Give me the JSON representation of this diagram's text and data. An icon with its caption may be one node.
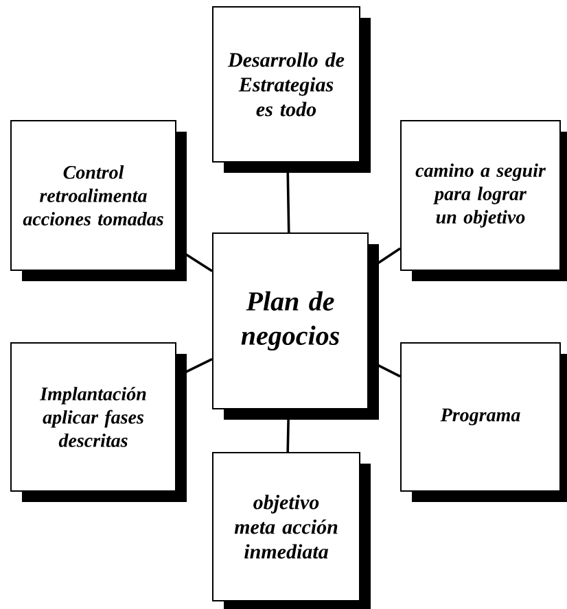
{
  "diagram": {
    "nodes": [
      {
        "text": [
          "Plan de negocios"
        ]
      },
      {
        "text": [
          "Desarrollo de Estrategias es todo"
        ]
      },
      {
        "text": [
          "Control retroalimenta acciones tomadas"
        ]
      },
      {
        "text": [
          "camino a seguir para lograr un objetivo"
        ]
      },
      {
        "text": [
          "Implantación aplicar fases descritas"
        ]
      },
      {
        "text": [
          "Programa"
        ]
      },
      {
        "text": [
          "objetivo meta acción inmediata"
        ]
      }
    ],
    "edges": [
      {
        "from": 0,
        "to": 1,
        "arrow": "none"
      },
      {
        "from": 0,
        "to": 2,
        "arrow": "none"
      },
      {
        "from": 0,
        "to": 3,
        "arrow": "none"
      },
      {
        "from": 0,
        "to": 4,
        "arrow": "none"
      },
      {
        "from": 0,
        "to": 5,
        "arrow": "none"
      },
      {
        "from": 0,
        "to": 6,
        "arrow": "none"
      }
    ]
  }
}
